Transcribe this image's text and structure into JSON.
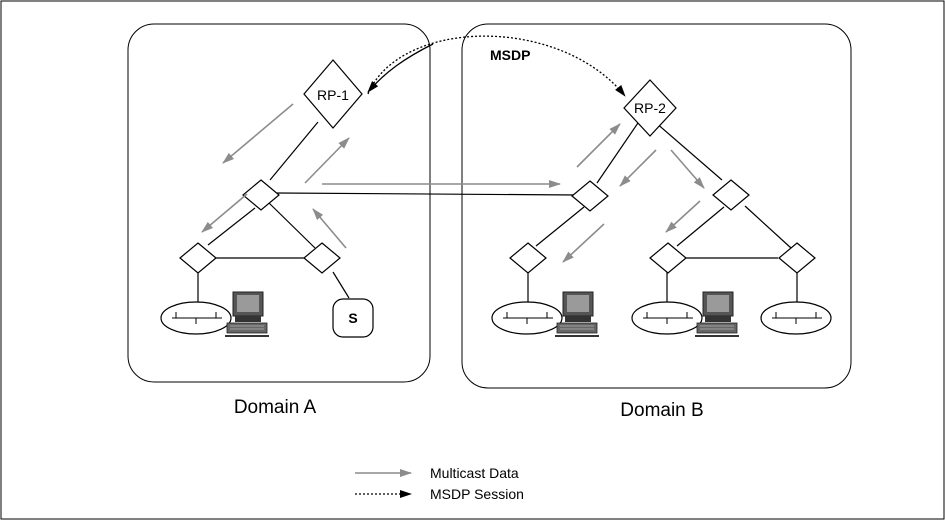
{
  "diagram": {
    "domain_a_label": "Domain A",
    "domain_b_label": "Domain B",
    "rp1_label": "RP-1",
    "rp2_label": "RP-2",
    "msdp_label": "MSDP",
    "source_label": "S"
  },
  "legend": {
    "multicast_label": "Multicast Data",
    "msdp_session_label": "MSDP Session"
  },
  "colors": {
    "data_arrow": "#8c8c8c",
    "line": "#000000",
    "monitor": "#4a4a4a"
  }
}
